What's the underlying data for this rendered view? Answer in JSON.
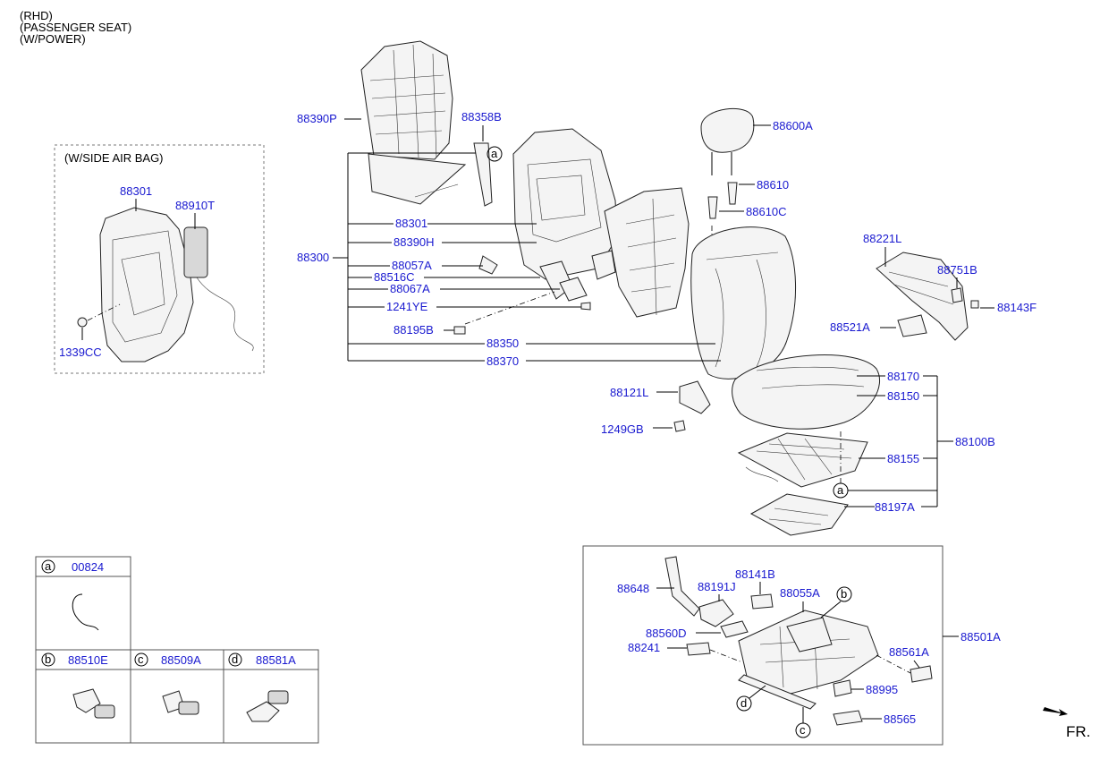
{
  "header": {
    "line1": "(RHD)",
    "line2": "(PASSENGER SEAT)",
    "line3": "(W/POWER)"
  },
  "airbag_box": {
    "title": "(W/SIDE AIR BAG)"
  },
  "labels": {
    "p88301_airbag": "88301",
    "p88910T": "88910T",
    "p1339CC": "1339CC",
    "p88390P": "88390P",
    "p88358B": "88358B",
    "p88600A": "88600A",
    "p88610": "88610",
    "p88610C": "88610C",
    "p88300": "88300",
    "p88301": "88301",
    "p88390H": "88390H",
    "p88057A": "88057A",
    "p88516C": "88516C",
    "p88067A": "88067A",
    "p1241YE": "1241YE",
    "p88195B": "88195B",
    "p88350": "88350",
    "p88370": "88370",
    "p88221L": "88221L",
    "p88751B": "88751B",
    "p88143F": "88143F",
    "p88521A": "88521A",
    "p88170": "88170",
    "p88150": "88150",
    "p88100B": "88100B",
    "p88121L": "88121L",
    "p1249GB": "1249GB",
    "p88155": "88155",
    "p88197A": "88197A",
    "p88501A": "88501A",
    "p88648": "88648",
    "p88191J": "88191J",
    "p88141B": "88141B",
    "p88055A": "88055A",
    "p88560D": "88560D",
    "p88241": "88241",
    "p88561A": "88561A",
    "p88995": "88995",
    "p88565": "88565",
    "fr": "FR."
  },
  "callouts": {
    "a": "a",
    "b": "b",
    "c": "c",
    "d": "d"
  },
  "legend_table": {
    "cells": [
      {
        "letter": "a",
        "part": "00824"
      },
      {
        "letter": "b",
        "part": "88510E"
      },
      {
        "letter": "c",
        "part": "88509A"
      },
      {
        "letter": "d",
        "part": "88581A"
      }
    ]
  },
  "colors": {
    "part_number": "#1a1ad0",
    "line": "#000000"
  }
}
